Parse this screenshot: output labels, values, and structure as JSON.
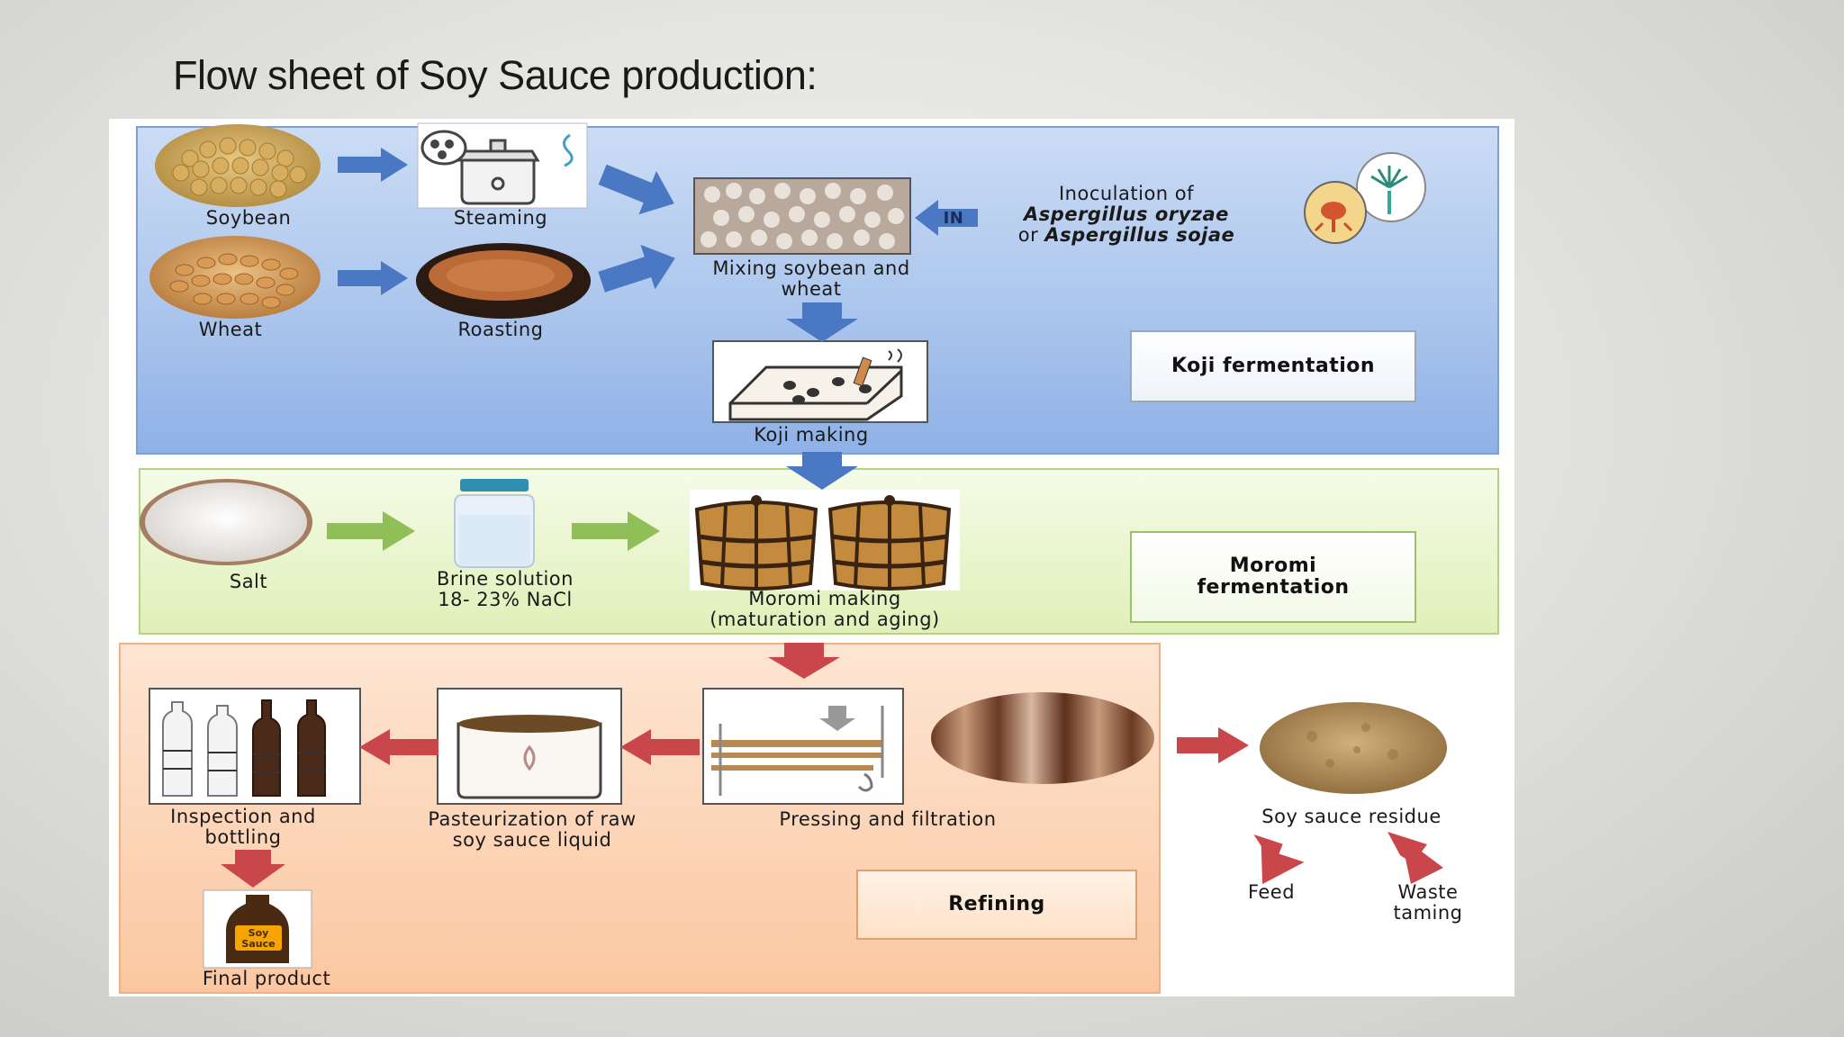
{
  "slide": {
    "title": "Flow sheet of Soy Sauce production:"
  },
  "koji": {
    "soybean": "Soybean",
    "steaming": "Steaming",
    "wheat": "Wheat",
    "roasting": "Roasting",
    "mixing_line1": "Mixing soybean and",
    "mixing_line2": "wheat",
    "in_label": "IN",
    "inoculation_line1": "Inoculation of",
    "inoculation_line2": "Aspergillus oryzae",
    "inoculation_line3_prefix": "or ",
    "inoculation_line3": "Aspergillus sojae",
    "koji_making": "Koji making",
    "stage": "Koji fermentation"
  },
  "moromi": {
    "salt": "Salt",
    "brine_line1": "Brine solution",
    "brine_line2": "18- 23% NaCl",
    "moromi_line1": "Moromi making",
    "moromi_line2": "(maturation and aging)",
    "stage_line1": "Moromi",
    "stage_line2": "fermentation"
  },
  "refining": {
    "inspection_line1": "Inspection and",
    "inspection_line2": "bottling",
    "pasteurization_line1": "Pasteurization of raw",
    "pasteurization_line2": "soy sauce liquid",
    "pressing": "Pressing and filtration",
    "final_product": "Final product",
    "bottle_label_line1": "Soy",
    "bottle_label_line2": "Sauce",
    "stage": "Refining"
  },
  "residue": {
    "title": "Soy sauce residue",
    "feed": "Feed",
    "waste_line1": "Waste",
    "waste_line2": "taming"
  },
  "colors": {
    "blue_arrow": "#4a78c2",
    "green_arrow": "#8fbf56",
    "red_arrow": "#c9474a"
  }
}
